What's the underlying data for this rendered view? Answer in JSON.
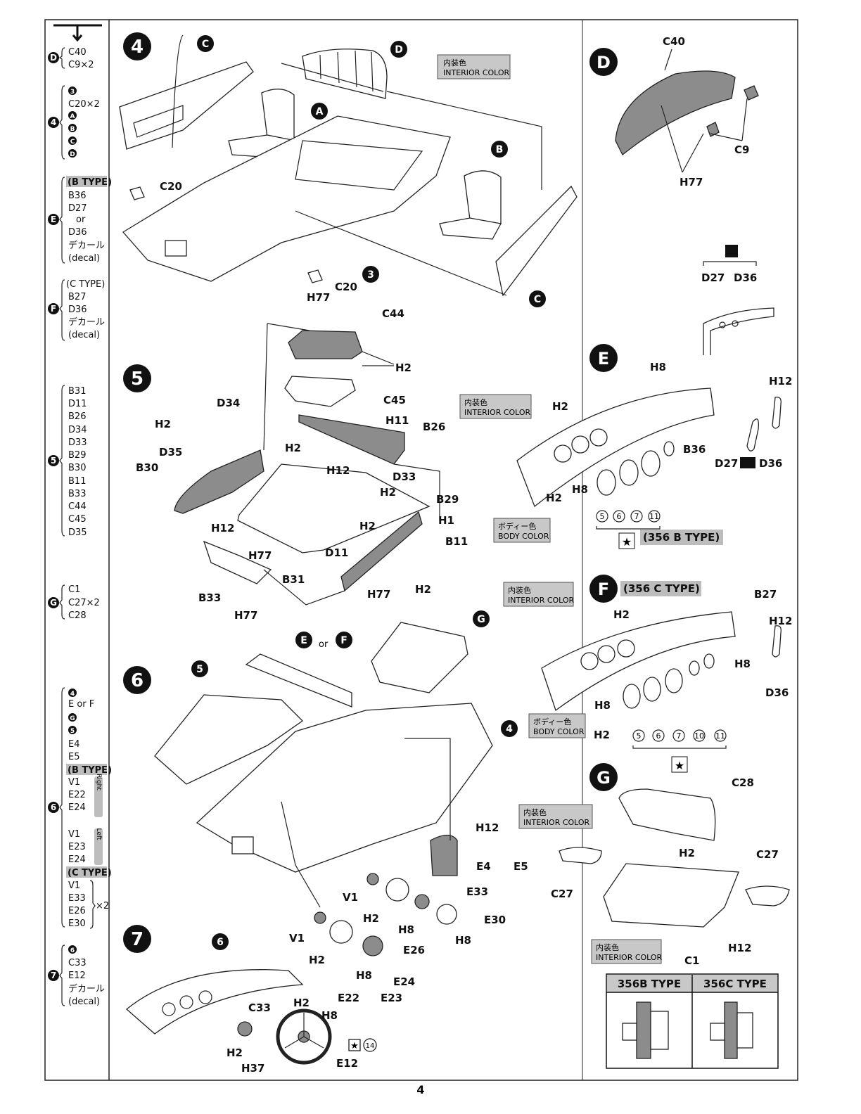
{
  "page_number": "4",
  "colors": {
    "interior_box": "#c8c8c8",
    "dark_part": "#8c8c8c",
    "ink": "#111111"
  },
  "labels": {
    "interior_jp": "内装色",
    "interior_en": "INTERIOR COLOR",
    "body_jp": "ボディー色",
    "body_en": "BODY COLOR",
    "type_b": "(356 B TYPE)",
    "type_c": "(356 C TYPE)",
    "or": "or",
    "x2": "×2",
    "type_b_header": "356B TYPE",
    "type_c_header": "356C TYPE"
  },
  "steps": {
    "s4": {
      "num": "4",
      "A": "A",
      "B": "B",
      "C": "C",
      "D": "D",
      "three": "3",
      "c20a": "C20",
      "c20b": "C20",
      "h77": "H77"
    },
    "s5": {
      "num": "5",
      "c44": "C44",
      "c45": "C45",
      "h2": "H2",
      "h11": "H11",
      "b26": "B26",
      "d34": "D34",
      "d35": "D35",
      "b30": "B30",
      "h12": "H12",
      "d33": "D33",
      "b29": "B29",
      "h1": "H1",
      "b11": "B11",
      "d11": "D11",
      "h77": "H77",
      "b31": "B31",
      "b33": "B33"
    },
    "s6": {
      "num": "6",
      "five": "5",
      "four": "4",
      "E": "E",
      "F": "F",
      "G": "G",
      "h12": "H12",
      "e4e5": "E4",
      "e5": "E5",
      "e33": "E33",
      "e30": "E30",
      "e26": "E26",
      "e24": "E24",
      "e22": "E22",
      "e23": "E23",
      "v1": "V1",
      "h2": "H2",
      "h8": "H8"
    },
    "s7": {
      "num": "7",
      "six": "6",
      "c33": "C33",
      "h2": "H2",
      "h8": "H8",
      "h37": "H37",
      "e12": "E12",
      "decal14": "14"
    },
    "sD": {
      "letter": "D",
      "c40": "C40",
      "c9": "C9",
      "h77": "H77",
      "d27": "D27",
      "d36": "D36"
    },
    "sE": {
      "letter": "E",
      "h8": "H8",
      "h12": "H12",
      "h2": "H2",
      "b36": "B36",
      "d27": "D27",
      "d36": "D36",
      "dials": [
        "5",
        "6",
        "7",
        "11"
      ]
    },
    "sF": {
      "letter": "F",
      "b27": "B27",
      "h12": "H12",
      "h2": "H2",
      "h8": "H8",
      "d36": "D36",
      "dials": [
        "5",
        "6",
        "7",
        "10",
        "11"
      ]
    },
    "sG": {
      "letter": "G",
      "c28": "C28",
      "c27": "C27",
      "h2": "H2",
      "h12": "H12",
      "c1": "C1"
    }
  },
  "sidebar": [
    {
      "badge": "D",
      "items": [
        "C40",
        "C9×2"
      ]
    },
    {
      "badge": "4",
      "items": [
        "3",
        "C20×2",
        "A",
        "B",
        "C",
        "D"
      ]
    },
    {
      "badge": "E",
      "items": [
        "(B TYPE)",
        "B36",
        "D27",
        "or",
        "D36",
        "デカール",
        "(decal)"
      ]
    },
    {
      "badge": "F",
      "items": [
        "(C TYPE)",
        "B27",
        "D36",
        "デカール",
        "(decal)"
      ]
    },
    {
      "badge": "5",
      "items": [
        "B31",
        "D11",
        "B26",
        "D34",
        "D33",
        "B29",
        "B30",
        "B11",
        "B33",
        "C44",
        "C45",
        "D35"
      ]
    },
    {
      "badge": "G",
      "items": [
        "C1",
        "C27×2",
        "C28"
      ]
    },
    {
      "badge": "6",
      "items": [
        "4",
        "E or F",
        "G",
        "5",
        "E4",
        "E5",
        "(B TYPE)",
        "V1",
        "E22",
        "E24",
        "V1",
        "E23",
        "E24",
        "(C TYPE)",
        "V1",
        "E33",
        "E26",
        "E30"
      ]
    },
    {
      "badge": "7",
      "items": [
        "6",
        "C33",
        "E12",
        "デカール",
        "(decal)"
      ]
    }
  ],
  "sidebar_side_notes": {
    "right": "Right",
    "left": "Left",
    "x2": "×2"
  }
}
